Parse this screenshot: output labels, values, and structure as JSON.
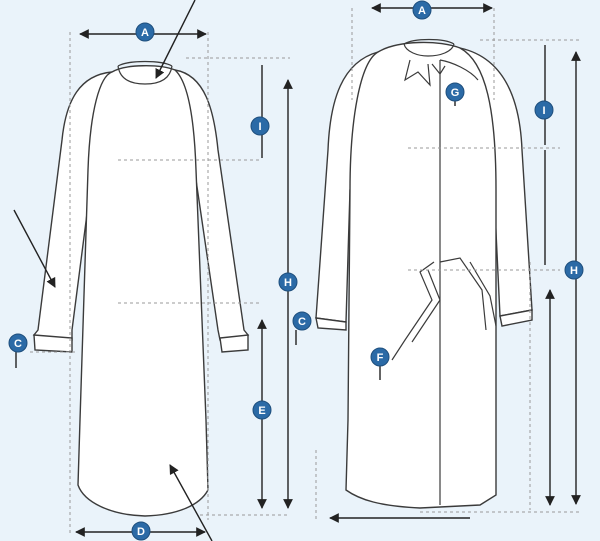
{
  "badges": {
    "front_a": "A",
    "front_i": "I",
    "front_h": "H",
    "front_c": "C",
    "front_e": "E",
    "front_d": "D",
    "back_a": "A",
    "back_g": "G",
    "back_i": "I",
    "back_h": "H",
    "back_c": "C",
    "back_f": "F"
  },
  "colors": {
    "background": "#eaf3fa",
    "badge": "#2b6aa6",
    "outline": "#3b3b3b"
  }
}
